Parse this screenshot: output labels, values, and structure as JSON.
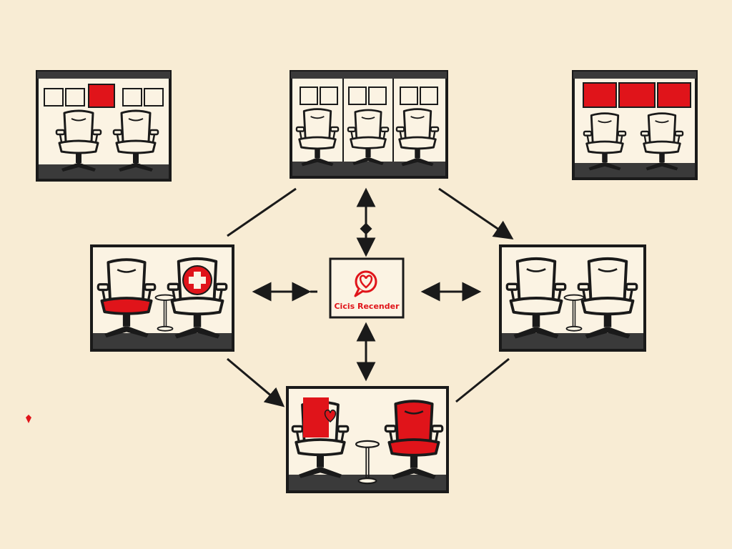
{
  "diagram": {
    "hub": {
      "label": "Cicis Recender",
      "icon": "heart-speech-bubble-icon"
    },
    "panels": [
      {
        "id": "top-left",
        "chairs": 2,
        "highlight": "none",
        "windows": "one-red"
      },
      {
        "id": "top-center",
        "chairs": 3,
        "highlight": "none",
        "windows": "plain"
      },
      {
        "id": "top-right",
        "chairs": 2,
        "highlight": "none",
        "windows": "all-red"
      },
      {
        "id": "middle-left",
        "chairs": 2,
        "highlight": "red-seat-and-medical-cross"
      },
      {
        "id": "middle-right",
        "chairs": 2,
        "highlight": "none"
      },
      {
        "id": "bottom-center",
        "chairs": 2,
        "highlight": "red-banner-heart-and-red-chair"
      }
    ],
    "colors": {
      "background": "#f8ecd4",
      "ink": "#1a1a1a",
      "accent": "#e0141a",
      "chair_fill": "#fbf3e3"
    }
  }
}
